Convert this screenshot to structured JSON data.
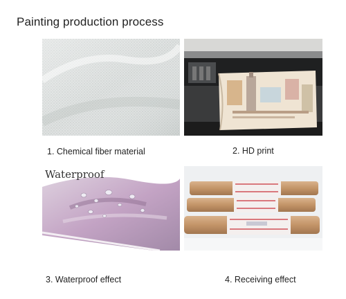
{
  "title": "Painting production process",
  "steps": [
    {
      "caption": "1. Chemical fiber material"
    },
    {
      "caption": "2. HD print"
    },
    {
      "caption": "3. Waterproof effect",
      "overlay_text": "Waterproof"
    },
    {
      "caption": "4. Receiving effect"
    }
  ],
  "colors": {
    "fabric": "#dde0df",
    "printer_body": "#2a2a2a",
    "kraft_tube": "#c79a6f",
    "canvas_pink": "#c9a3c8"
  }
}
